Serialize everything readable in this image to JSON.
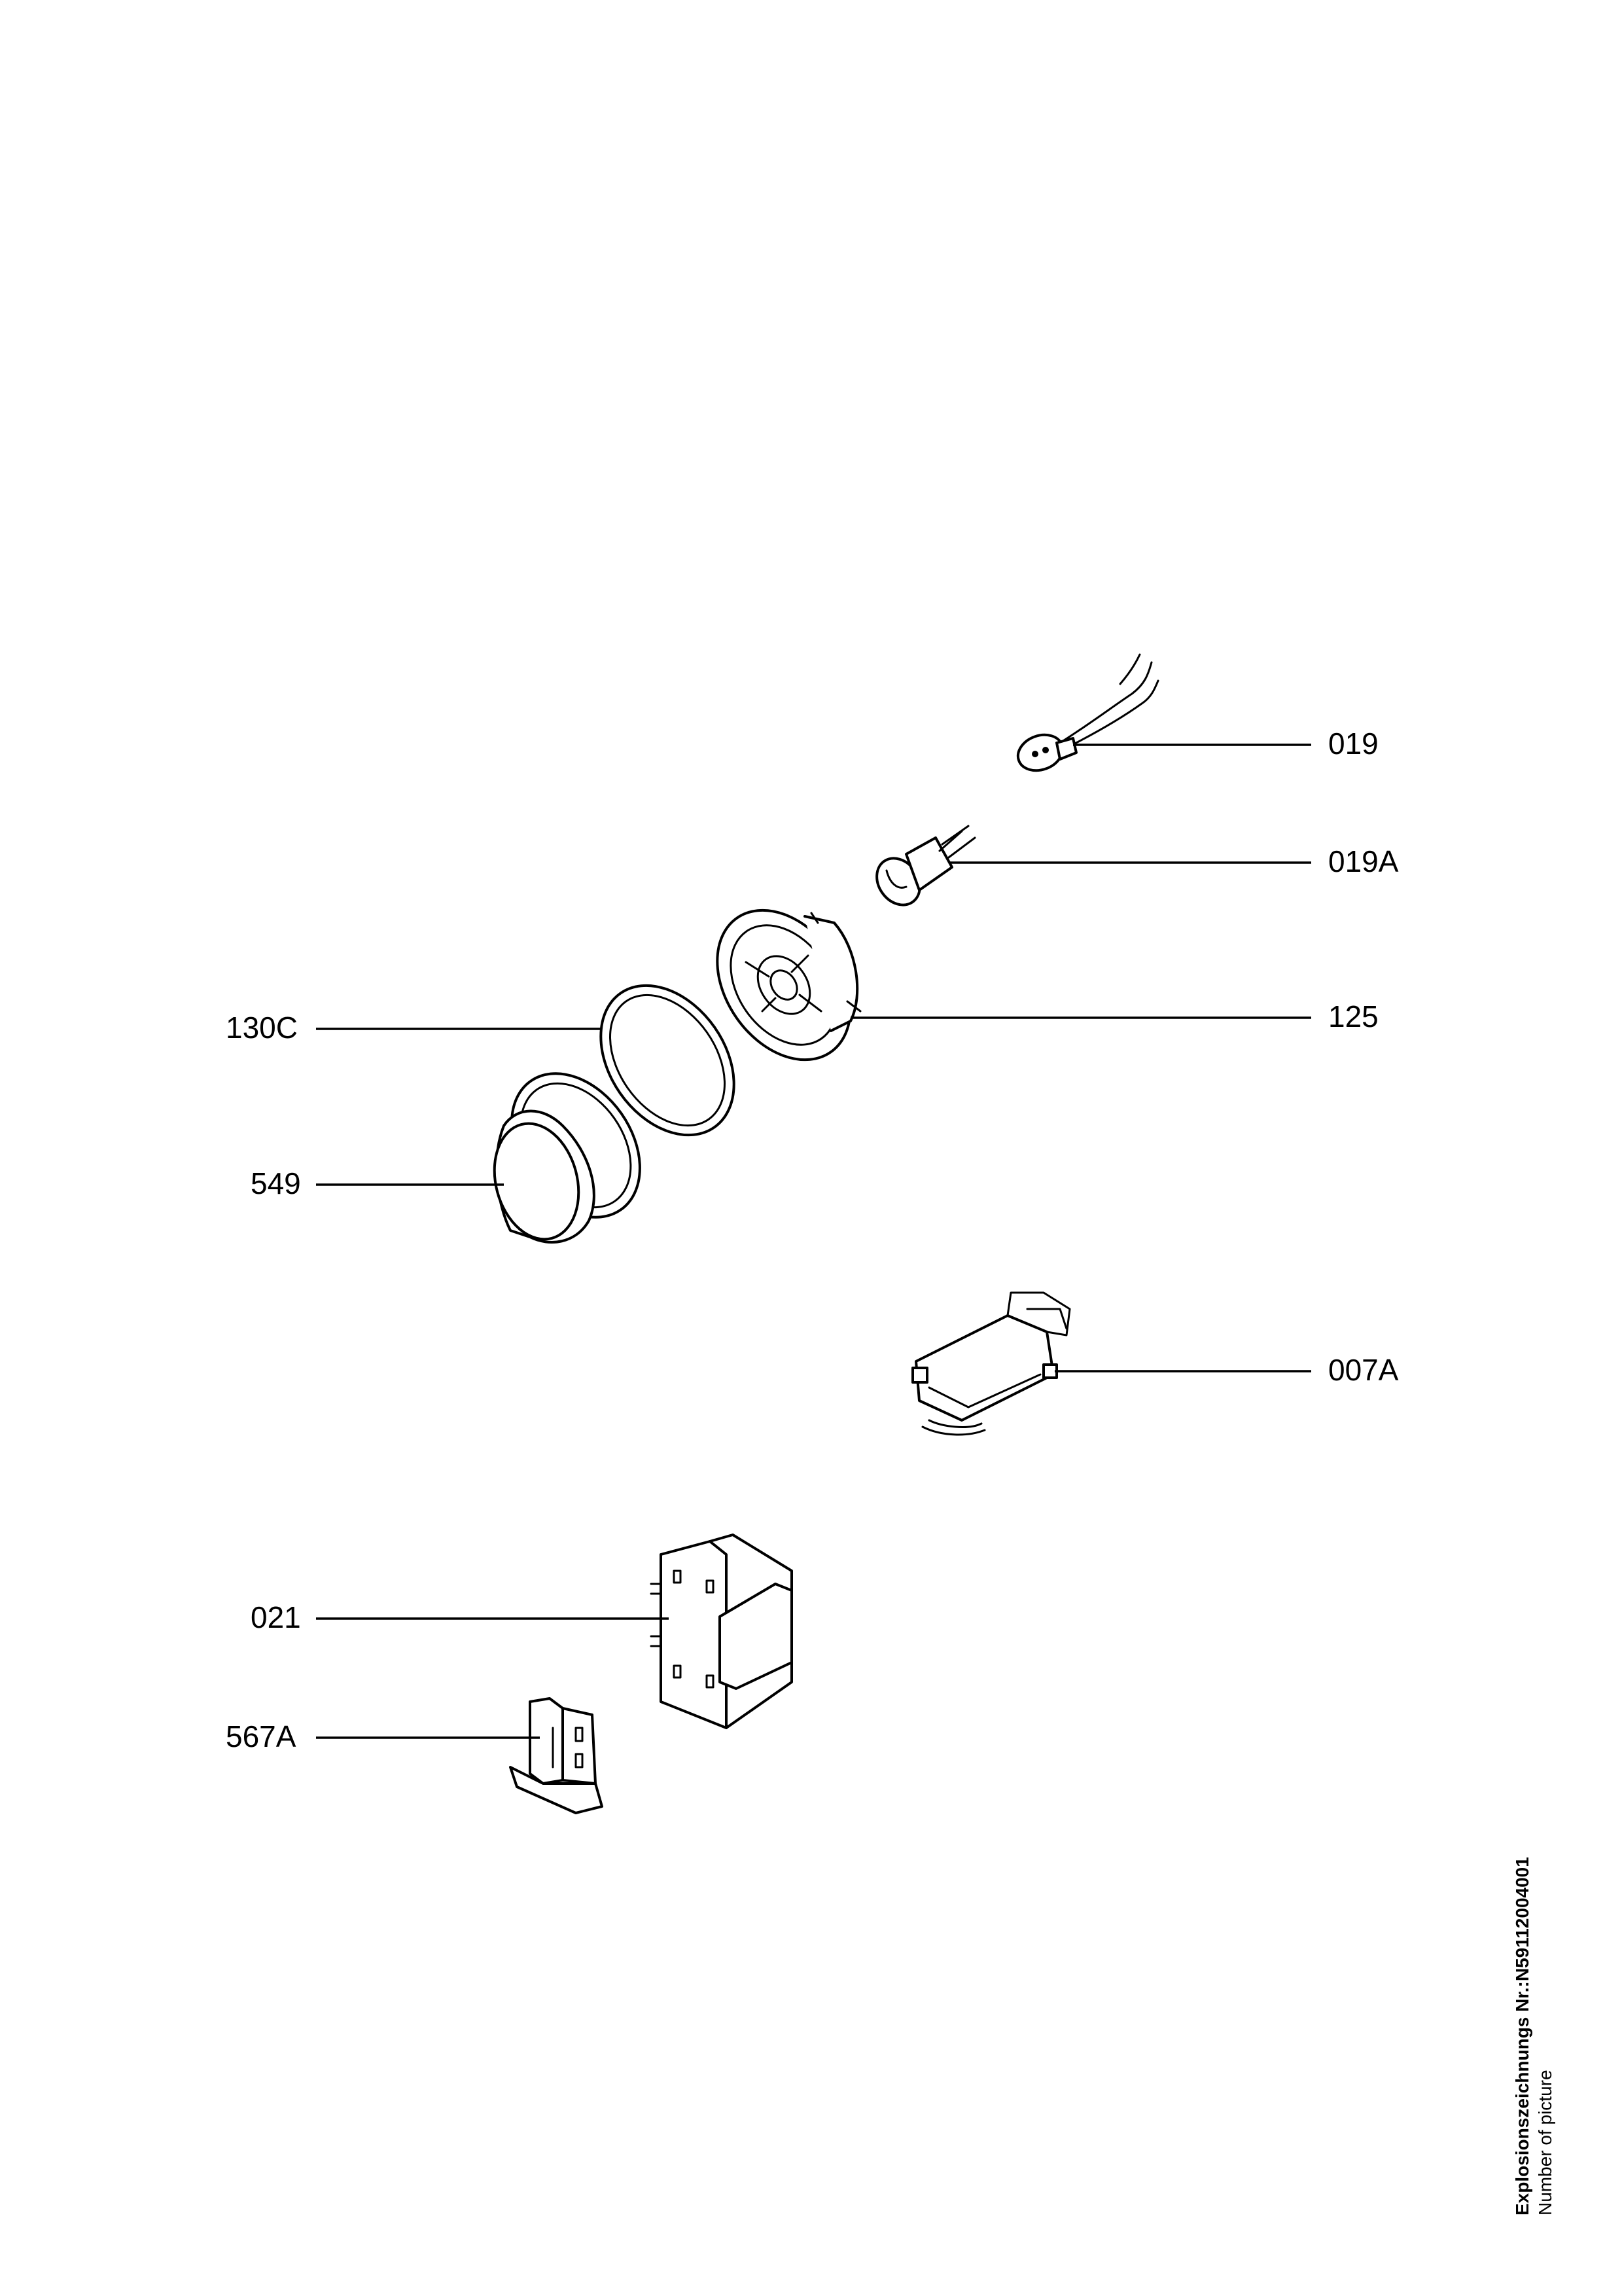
{
  "labels": {
    "p019": "019",
    "p019A": "019A",
    "p130C": "130C",
    "p125": "125",
    "p549": "549",
    "p007A": "007A",
    "p021": "021",
    "p567A": "567A"
  },
  "footer": {
    "drawing_no_prefix": "Explosionszeichnungs Nr.:",
    "drawing_no": "N59112004001",
    "subtitle": "Number of picture"
  }
}
